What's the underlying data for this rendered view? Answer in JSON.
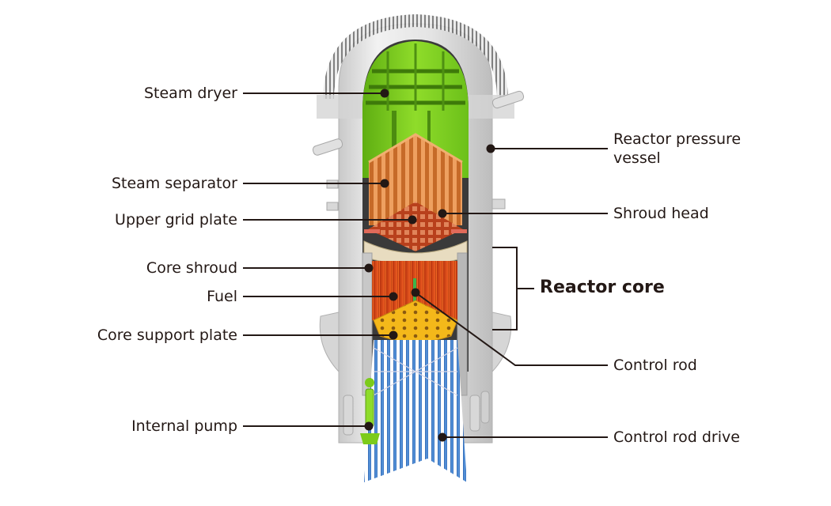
{
  "title": "Reactor pressure vessel cutaway diagram",
  "colors": {
    "text": "#231815",
    "vessel": "#dcdcdc",
    "steam_dryer": "#7ccb1a",
    "steam_separator": "#d9823a",
    "upper_grid_plate": "#c8502a",
    "shroud_head": "#e6d6b0",
    "fuel": "#d8481a",
    "core_support_plate": "#f2b418",
    "control_rod": "#3bb54a",
    "control_rod_drive": "#4a86d0",
    "internal_pump": "#7ccb1a"
  },
  "labels": {
    "steam_dryer": "Steam dryer",
    "steam_separator": "Steam separator",
    "upper_grid_plate": "Upper grid plate",
    "core_shroud": "Core shroud",
    "fuel": "Fuel",
    "core_support_plate": "Core support plate",
    "internal_pump": "Internal pump",
    "reactor_pressure_vessel_line1": "Reactor pressure",
    "reactor_pressure_vessel_line2": "vessel",
    "shroud_head": "Shroud head",
    "reactor_core": "Reactor core",
    "control_rod": "Control rod",
    "control_rod_drive": "Control rod drive"
  }
}
